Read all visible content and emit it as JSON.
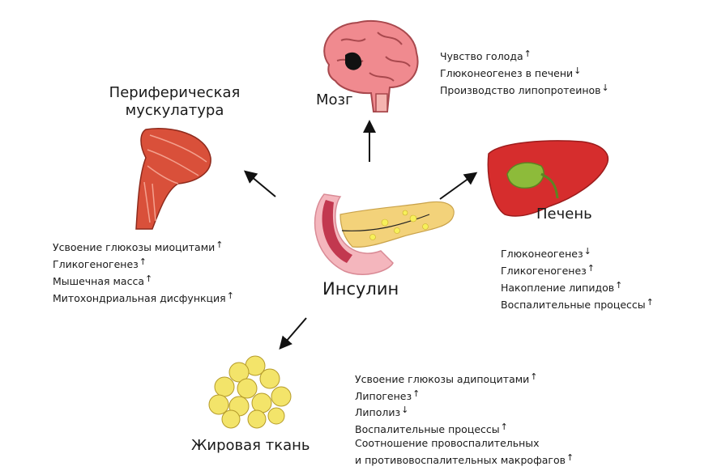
{
  "center": {
    "label": "Инсулин"
  },
  "organs": {
    "brain": {
      "label": "Мозг",
      "effects": [
        {
          "text": "Чувство голода",
          "direction": "↑"
        },
        {
          "text": "Глюконеогенез в печени",
          "direction": "↓"
        },
        {
          "text": "Производство липопротеинов",
          "direction": "↓"
        }
      ]
    },
    "muscle": {
      "label_line1": "Периферическая",
      "label_line2": "мускулатура",
      "effects": [
        {
          "text": "Усвоение глюкозы миоцитами",
          "direction": "↑"
        },
        {
          "text": "Гликогеногенез",
          "direction": "↑"
        },
        {
          "text": "Мышечная масса",
          "direction": "↑"
        },
        {
          "text": "Митохондриальная дисфункция",
          "direction": "↑"
        }
      ]
    },
    "liver": {
      "label": "Печень",
      "effects": [
        {
          "text": "Глюконеогенез",
          "direction": "↓"
        },
        {
          "text": "Гликогеногенез",
          "direction": "↑"
        },
        {
          "text": "Накопление липидов",
          "direction": "↑"
        },
        {
          "text": "Воспалительные процессы",
          "direction": "↑"
        }
      ]
    },
    "fat": {
      "label": "Жировая ткань",
      "effects": [
        {
          "text": "Усвоение глюкозы адипоцитами",
          "direction": "↑"
        },
        {
          "text": "Липогенез",
          "direction": "↑"
        },
        {
          "text": "Липолиз",
          "direction": "↓"
        },
        {
          "text": "Воспалительные процессы",
          "direction": "↑"
        },
        {
          "text": "Соотношение провоспалительных",
          "direction": ""
        },
        {
          "text": "и противовоспалительных макрофагов",
          "direction": "↑"
        }
      ]
    }
  },
  "colors": {
    "brain": "#f08a8f",
    "liver": "#d62d2d",
    "gallbladder": "#8dbb3a",
    "muscle": "#d9503a",
    "fat": "#f3e46a",
    "pancreas": "#f3d27a",
    "duodenum": "#c2384f"
  }
}
